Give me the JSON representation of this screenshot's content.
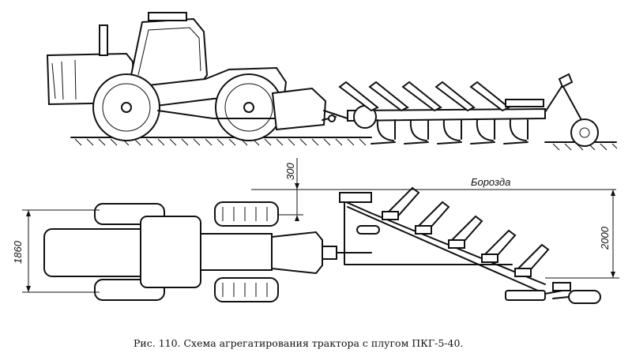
{
  "labels": {
    "furrow": "Борозда",
    "dim_300": "300",
    "dim_1860": "1860",
    "dim_2000": "2000"
  },
  "caption": "Рис. 110. Схема агрегатирования трактора с плугом ПКГ-5-40."
}
